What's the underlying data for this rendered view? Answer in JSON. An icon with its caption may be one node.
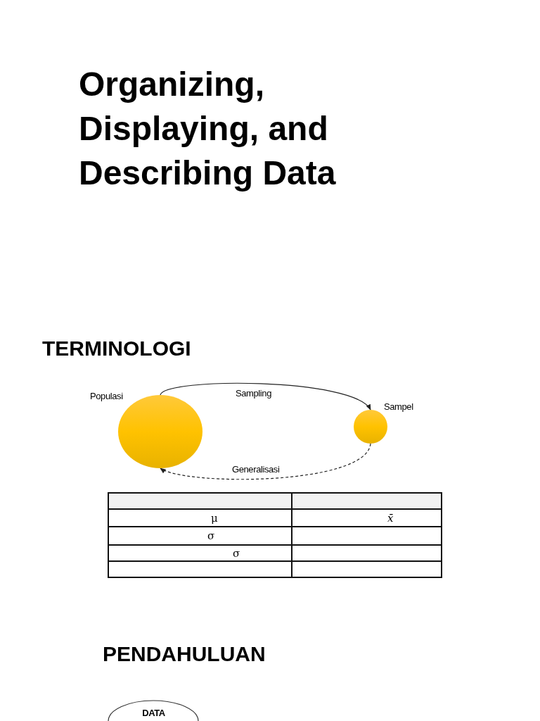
{
  "diagram": {
    "title": "Organizing, Displaying, and Describing Data",
    "nodes": [
      {
        "text": [
          "Populasi"
        ]
      },
      {
        "text": [
          "Sampel"
        ]
      },
      {
        "text": [
          "DATA"
        ]
      }
    ],
    "edges": [
      {
        "from": 0,
        "to": 1,
        "arrow": "to",
        "label": "Sampling"
      },
      {
        "from": 1,
        "to": 0,
        "arrow": "to",
        "label": "Generalisasi",
        "style": "dashed"
      }
    ],
    "labels": [
      "TERMINOLOGI",
      "μ",
      "x̄",
      "σ",
      "σ",
      "PENDAHULUAN"
    ]
  }
}
